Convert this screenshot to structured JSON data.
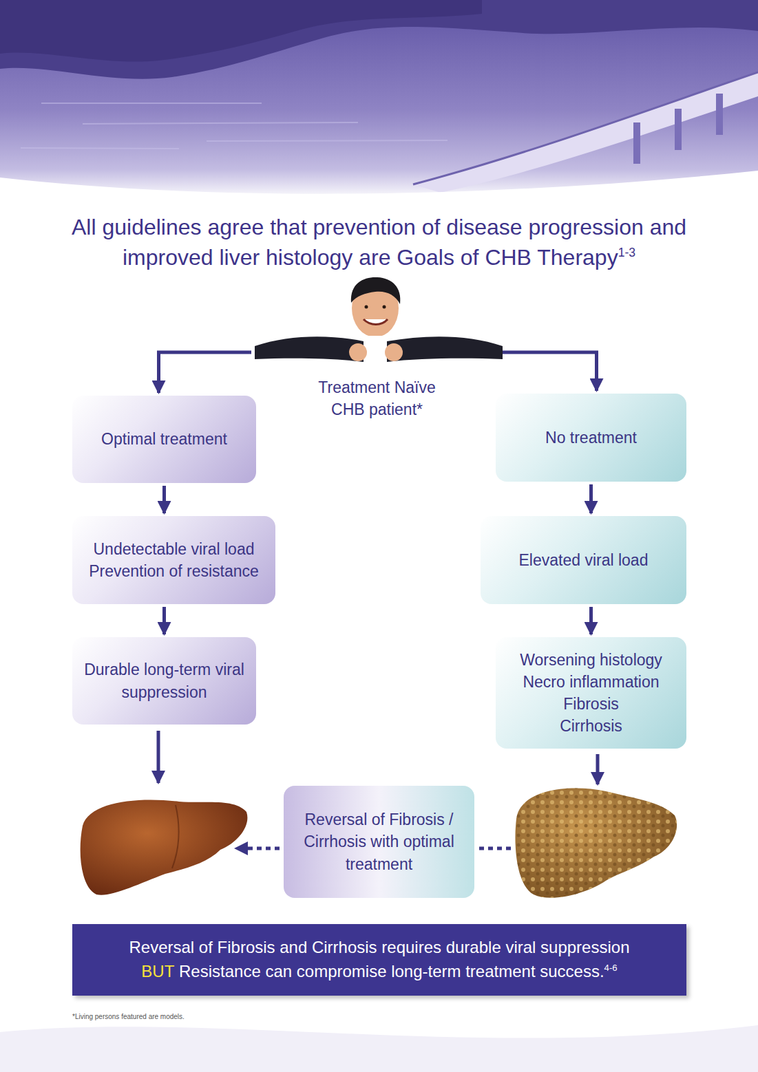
{
  "diagram": {
    "title": "All guidelines agree that prevention of disease progression and improved liver histology are Goals of CHB Therapy",
    "nodes": [
      {
        "text": [
          "Treatment Naïve CHB patient*"
        ]
      },
      {
        "text": [
          "Optimal treatment"
        ]
      },
      {
        "text": [
          "No treatment"
        ]
      },
      {
        "text": [
          "Undetectable viral load",
          "Prevention of resistance"
        ]
      },
      {
        "text": [
          "Elevated viral load"
        ]
      },
      {
        "text": [
          "Durable long-term viral suppression"
        ]
      },
      {
        "text": [
          "Worsening histology",
          "Necro inflammation",
          "Fibrosis",
          "Cirrhosis"
        ]
      },
      {
        "text": [
          "Reversal of Fibrosis / Cirrhosis with optimal treatment"
        ]
      },
      {
        "text": [
          "Reversal of Fibrosis and Cirrhosis requires durable viral suppression",
          "BUT",
          "Resistance can compromise long-term treatment success."
        ]
      }
    ],
    "edges": [
      {
        "from": 0,
        "to": 1,
        "arrow": "to"
      },
      {
        "from": 0,
        "to": 2,
        "arrow": "to"
      },
      {
        "from": 1,
        "to": 3,
        "arrow": "to"
      },
      {
        "from": 2,
        "to": 4,
        "arrow": "to"
      },
      {
        "from": 3,
        "to": 5,
        "arrow": "to"
      },
      {
        "from": 4,
        "to": 6,
        "arrow": "to"
      }
    ],
    "labels": [
      "1-3",
      "4-6",
      "*Living persons featured are models."
    ]
  }
}
